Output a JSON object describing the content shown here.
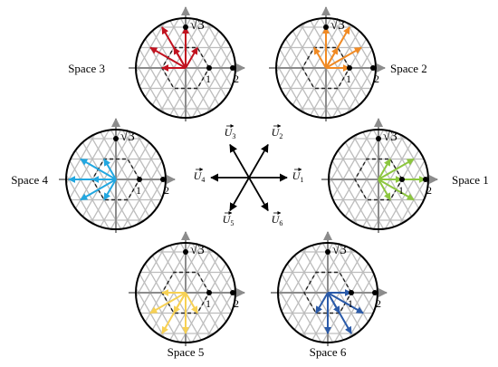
{
  "spaces": [
    {
      "id": 1,
      "label": "Space 1",
      "color": "#8cc63f"
    },
    {
      "id": 2,
      "label": "Space 2",
      "color": "#f08a24"
    },
    {
      "id": 3,
      "label": "Space 3",
      "color": "#c1121f"
    },
    {
      "id": 4,
      "label": "Space 4",
      "color": "#22a7e0"
    },
    {
      "id": 5,
      "label": "Space 5",
      "color": "#f7d154"
    },
    {
      "id": 6,
      "label": "Space 6",
      "color": "#2a5aa8"
    }
  ],
  "axis_marks": {
    "one": "1",
    "two": "2",
    "root_three": "√3"
  },
  "vectors": [
    {
      "symbol": "U",
      "sub": "1"
    },
    {
      "symbol": "U",
      "sub": "2"
    },
    {
      "symbol": "U",
      "sub": "3"
    },
    {
      "symbol": "U",
      "sub": "4"
    },
    {
      "symbol": "U",
      "sub": "5"
    },
    {
      "symbol": "U",
      "sub": "6"
    }
  ],
  "colors": {
    "grid": "#bdbdbd",
    "axis": "#8c8c8c",
    "outline": "#000000",
    "arrow": "#000000"
  }
}
